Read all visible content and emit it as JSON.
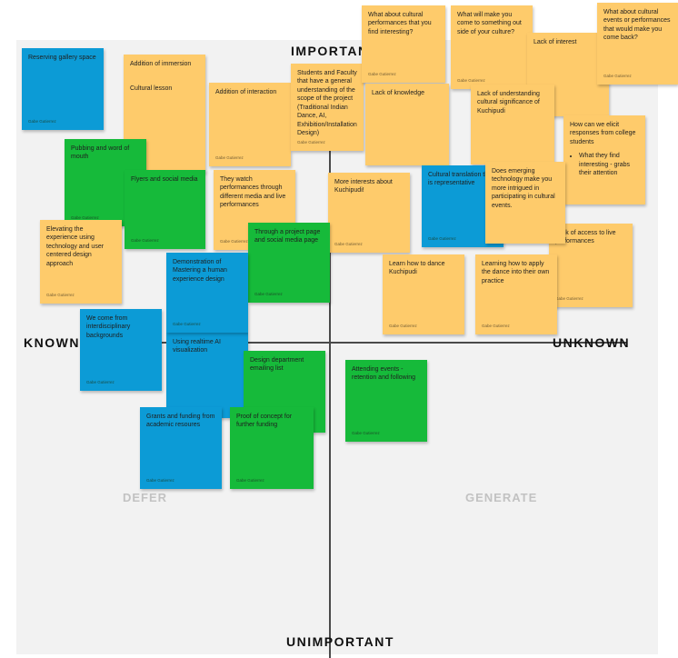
{
  "axes": {
    "top": "IMPORTANT",
    "bottom": "UNIMPORTANT",
    "left": "KNOWN",
    "right": "UNKNOWN"
  },
  "quadrants": {
    "bottom_left": "DEFER",
    "bottom_right": "GENERATE"
  },
  "author": "Gabe Gutierrez",
  "colors": {
    "yellow": "#fecb6b",
    "green": "#16ba3a",
    "blue": "#0c9bd6",
    "board": "#f2f2f2"
  },
  "notes": {
    "n1": "Reserving gallery space",
    "n2a": "Addition of immersion",
    "n2b": "Cultural lesson",
    "n3": "Addition of interaction",
    "n4": "Students and Faculty that have a general understanding of the scope of the project (Traditional Indian Dance, AI, Exhibition/Installation Design)",
    "n5": "What about cultural performances that you find interesting?",
    "n5b": "Lack of knowledge",
    "n6": "What will make you come to something out side of your culture?",
    "n7": "Lack of interest",
    "n8": "What about cultural events or performances that would make you come back?",
    "n9": "Lack of understanding cultural significance of Kuchipudi",
    "n10": "How can we elicit responses from college students",
    "n10b": "What they find interesting - grabs their attention",
    "n11": "Pubbing and word of mouth",
    "n12": "Flyers and social media",
    "n13": "They watch performances through different media and live performances",
    "n14": "More interests about Kuchipudi!",
    "n15": "Cultural translation that is representative",
    "n16": "Does emerging technology make you more intrigued in participating in cultural events.",
    "n17": "Lack of access to live performances",
    "n18": "Elevating the experience using technology and user centered design approach",
    "n19": "Demonstration of Mastering a human experience design",
    "n20": "Through a project page and social media page",
    "n21": "Learn how to dance Kuchipudi",
    "n22": "Learning how to apply the dance into their own practice",
    "n23": "We come from interdisciplinary backgrounds",
    "n24": "Using realtime AI visualization",
    "n25": "Design department emailing list",
    "n26": "Attending events - retention and following",
    "n27": "Grants and funding from academic resoures",
    "n28": "Proof of concept for further funding"
  }
}
